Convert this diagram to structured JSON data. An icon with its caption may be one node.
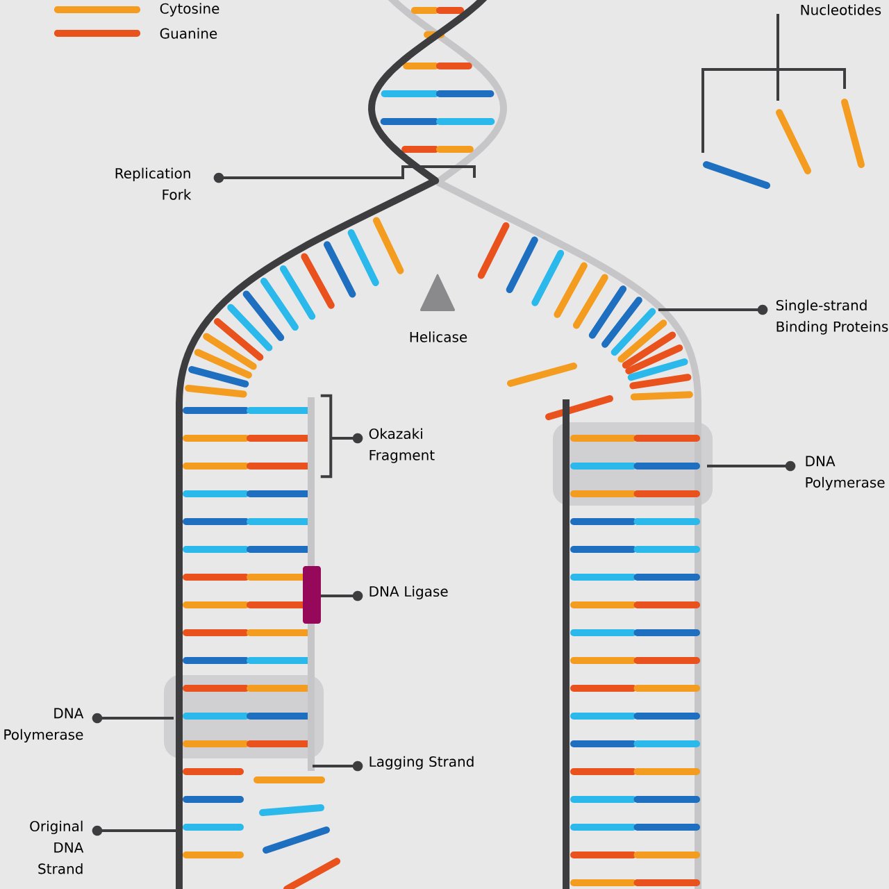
{
  "diagram": {
    "nodes": [
      {
        "text": [
          "Replication Fork"
        ]
      },
      {
        "text": [
          "Single-strand Binding Proteins"
        ]
      },
      {
        "text": [
          "Okazaki Fragment"
        ]
      },
      {
        "text": [
          "DNA Polymerase"
        ]
      },
      {
        "text": [
          "DNA Ligase"
        ]
      },
      {
        "text": [
          "DNA Polymerase"
        ]
      },
      {
        "text": [
          "Lagging Strand"
        ]
      },
      {
        "text": [
          "Original DNA Strand"
        ]
      },
      {
        "text": [],
        "shape": "bracket"
      }
    ],
    "edges": [
      {
        "from": 0,
        "to": null,
        "arrow": "other"
      },
      {
        "from": 1,
        "to": null,
        "arrow": "other"
      },
      {
        "from": 2,
        "to": 8,
        "arrow": "other"
      },
      {
        "from": 3,
        "to": null,
        "arrow": "other"
      },
      {
        "from": 4,
        "to": null,
        "arrow": "other"
      },
      {
        "from": 5,
        "to": null,
        "arrow": "other"
      },
      {
        "from": 6,
        "to": null,
        "arrow": "other"
      },
      {
        "from": 7,
        "to": null,
        "arrow": "other"
      }
    ],
    "labels": [
      "Nucleotides",
      "Helicase"
    ],
    "legend": [
      {
        "text": "Cytosine",
        "color": "#f39c1f"
      },
      {
        "text": "Guanine",
        "color": "#e9511d"
      }
    ]
  }
}
